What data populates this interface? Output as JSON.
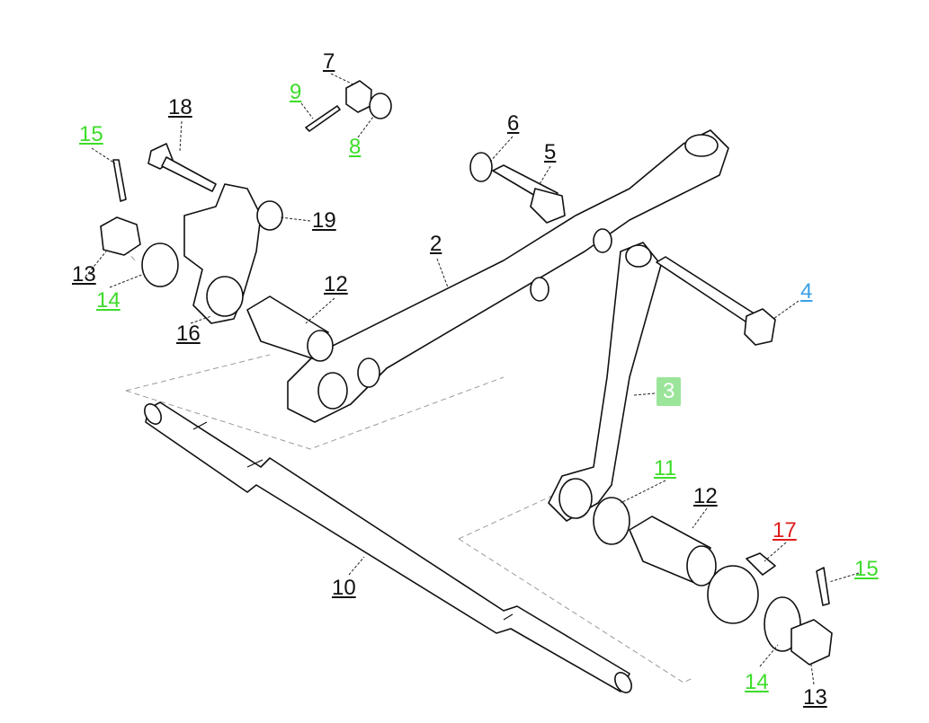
{
  "callouts": [
    {
      "id": "label-7",
      "text": "7",
      "color": "black"
    },
    {
      "id": "label-9",
      "text": "9",
      "color": "green"
    },
    {
      "id": "label-8",
      "text": "8",
      "color": "green"
    },
    {
      "id": "label-18",
      "text": "18",
      "color": "black"
    },
    {
      "id": "label-15-left",
      "text": "15",
      "color": "green"
    },
    {
      "id": "label-6",
      "text": "6",
      "color": "black"
    },
    {
      "id": "label-5",
      "text": "5",
      "color": "black"
    },
    {
      "id": "label-19",
      "text": "19",
      "color": "black"
    },
    {
      "id": "label-2",
      "text": "2",
      "color": "black"
    },
    {
      "id": "label-13-left",
      "text": "13",
      "color": "black"
    },
    {
      "id": "label-14-left",
      "text": "14",
      "color": "green"
    },
    {
      "id": "label-12-left",
      "text": "12",
      "color": "black"
    },
    {
      "id": "label-4",
      "text": "4",
      "color": "blue"
    },
    {
      "id": "label-16",
      "text": "16",
      "color": "black"
    },
    {
      "id": "label-3",
      "text": "3",
      "color": "highlight"
    },
    {
      "id": "label-11",
      "text": "11",
      "color": "green"
    },
    {
      "id": "label-12-right",
      "text": "12",
      "color": "black"
    },
    {
      "id": "label-17",
      "text": "17",
      "color": "red"
    },
    {
      "id": "label-15-right",
      "text": "15",
      "color": "green"
    },
    {
      "id": "label-10",
      "text": "10",
      "color": "black"
    },
    {
      "id": "label-14-right",
      "text": "14",
      "color": "green"
    },
    {
      "id": "label-13-right",
      "text": "13",
      "color": "black"
    }
  ],
  "colors": {
    "black": "#111111",
    "green": "#3ddc2a",
    "blue": "#3aa0e8",
    "red": "#e01b1b",
    "highlight_bg": "#9be59a"
  }
}
